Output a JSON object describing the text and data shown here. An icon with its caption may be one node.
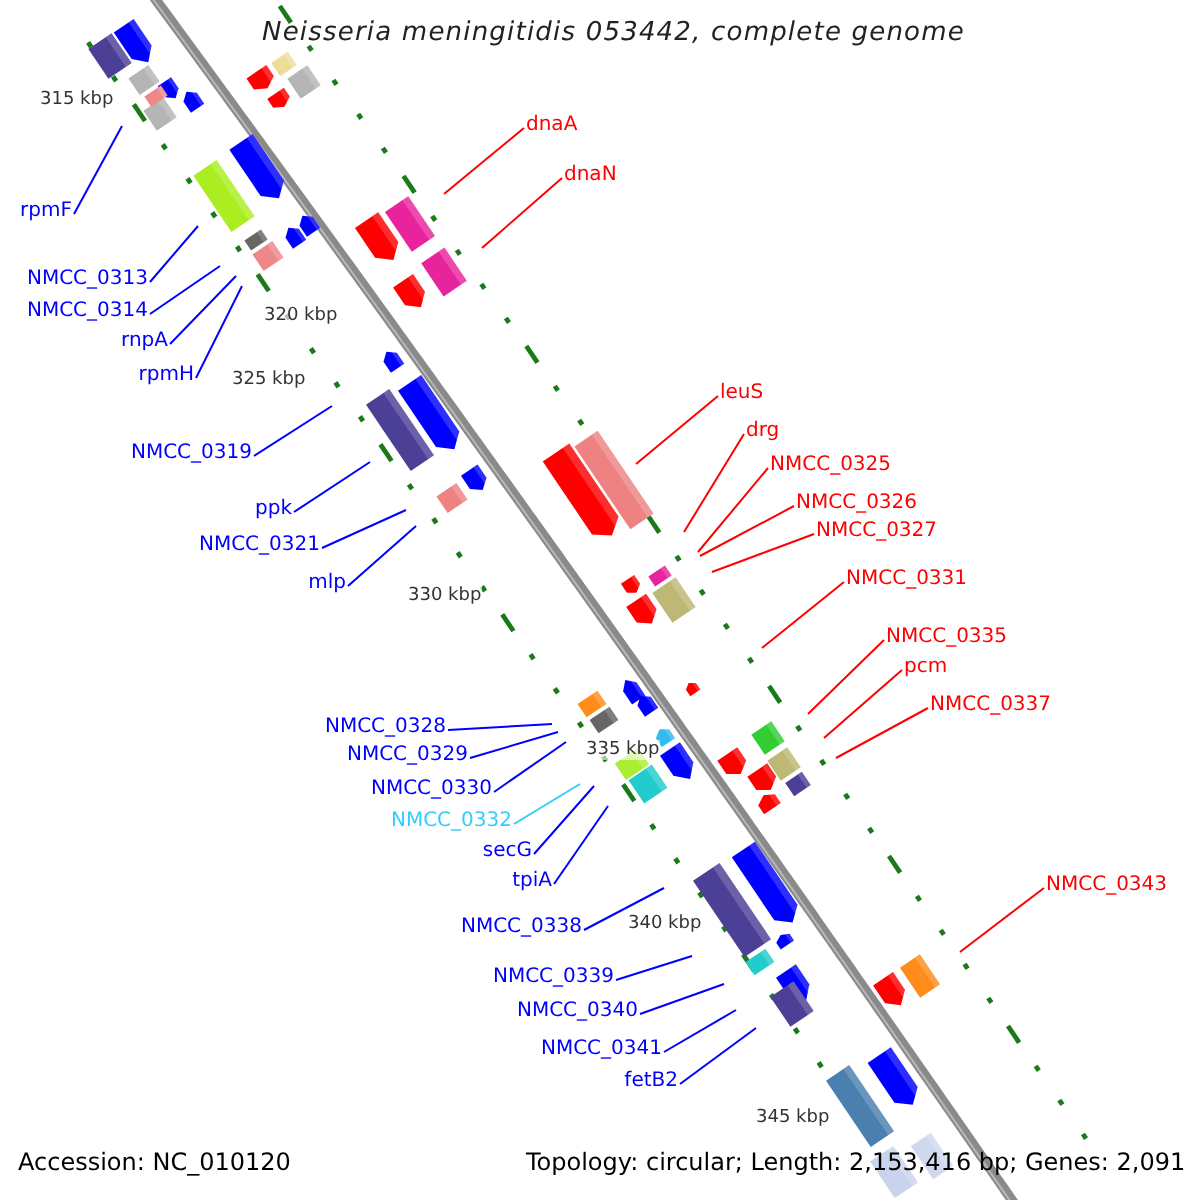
{
  "diagram": {
    "title": "Neisseria meningitidis 053442, complete genome",
    "nodes": [
      {
        "text": [
          "dnaA"
        ]
      },
      {
        "text": [
          "dnaN"
        ]
      },
      {
        "text": [
          "rpmF"
        ]
      },
      {
        "text": [
          "NMCC_0313"
        ]
      },
      {
        "text": [
          "NMCC_0314"
        ]
      },
      {
        "text": [
          "rnpA"
        ]
      },
      {
        "text": [
          "rpmH"
        ]
      },
      {
        "text": [
          "leuS"
        ]
      },
      {
        "text": [
          "drg"
        ]
      },
      {
        "text": [
          "NMCC_0319"
        ]
      },
      {
        "text": [
          "NMCC_0325"
        ]
      },
      {
        "text": [
          "NMCC_0326"
        ]
      },
      {
        "text": [
          "ppk"
        ]
      },
      {
        "text": [
          "NMCC_0327"
        ]
      },
      {
        "text": [
          "NMCC_0321"
        ]
      },
      {
        "text": [
          "NMCC_0331"
        ]
      },
      {
        "text": [
          "mlp"
        ]
      },
      {
        "text": [
          "NMCC_0335"
        ]
      },
      {
        "text": [
          "pcm"
        ]
      },
      {
        "text": [
          "NMCC_0337"
        ]
      },
      {
        "text": [
          "NMCC_0328"
        ]
      },
      {
        "text": [
          "NMCC_0329"
        ]
      },
      {
        "text": [
          "NMCC_0330"
        ]
      },
      {
        "text": [
          "NMCC_0332"
        ]
      },
      {
        "text": [
          "secG"
        ]
      },
      {
        "text": [
          "tpiA"
        ]
      },
      {
        "text": [
          "NMCC_0343"
        ]
      },
      {
        "text": [
          "NMCC_0338"
        ]
      },
      {
        "text": [
          "NMCC_0339"
        ]
      },
      {
        "text": [
          "NMCC_0340"
        ]
      },
      {
        "text": [
          "NMCC_0341"
        ]
      },
      {
        "text": [
          "fetB2"
        ]
      }
    ],
    "edges": [
      {
        "from": 0,
        "to": null,
        "arrow": "none",
        "color": "#ff0000"
      },
      {
        "from": 1,
        "to": null,
        "arrow": "none",
        "color": "#ff0000"
      },
      {
        "from": 2,
        "to": null,
        "arrow": "none"
      },
      {
        "from": 3,
        "to": null,
        "arrow": "none"
      },
      {
        "from": 4,
        "to": null,
        "arrow": "none"
      },
      {
        "from": 5,
        "to": null,
        "arrow": "none"
      },
      {
        "from": 6,
        "to": null,
        "arrow": "none"
      },
      {
        "from": 7,
        "to": null,
        "arrow": "none",
        "color": "#ff0000"
      },
      {
        "from": 8,
        "to": null,
        "arrow": "none",
        "color": "#ff0000"
      },
      {
        "from": 9,
        "to": null,
        "arrow": "none"
      },
      {
        "from": 10,
        "to": null,
        "arrow": "none",
        "color": "#ff0000"
      },
      {
        "from": 11,
        "to": null,
        "arrow": "none",
        "color": "#ff0000"
      },
      {
        "from": 12,
        "to": null,
        "arrow": "none"
      },
      {
        "from": 13,
        "to": null,
        "arrow": "none",
        "color": "#ff0000"
      },
      {
        "from": 14,
        "to": null,
        "arrow": "none"
      },
      {
        "from": 15,
        "to": null,
        "arrow": "none",
        "color": "#ff0000"
      },
      {
        "from": 16,
        "to": null,
        "arrow": "none"
      },
      {
        "from": 17,
        "to": null,
        "arrow": "none",
        "color": "#ff0000"
      },
      {
        "from": 18,
        "to": null,
        "arrow": "none",
        "color": "#ff0000"
      },
      {
        "from": 19,
        "to": null,
        "arrow": "none",
        "color": "#ff0000"
      },
      {
        "from": 20,
        "to": null,
        "arrow": "none"
      },
      {
        "from": 21,
        "to": null,
        "arrow": "none"
      },
      {
        "from": 22,
        "to": null,
        "arrow": "none"
      },
      {
        "from": 23,
        "to": null,
        "arrow": "none",
        "color": "#33ccff"
      },
      {
        "from": 24,
        "to": null,
        "arrow": "none"
      },
      {
        "from": 25,
        "to": null,
        "arrow": "none"
      },
      {
        "from": 26,
        "to": null,
        "arrow": "none",
        "color": "#ff0000"
      },
      {
        "from": 27,
        "to": null,
        "arrow": "none"
      },
      {
        "from": 28,
        "to": null,
        "arrow": "none"
      },
      {
        "from": 29,
        "to": null,
        "arrow": "none"
      },
      {
        "from": 30,
        "to": null,
        "arrow": "none"
      },
      {
        "from": 31,
        "to": null,
        "arrow": "none"
      }
    ],
    "labels": [
      "315 kbp",
      "320 kbp",
      "325 kbp",
      "330 kbp",
      "335 kbp",
      "340 kbp",
      "345 kbp",
      "Accession: NC_010120",
      "Topology: circular; Length: 2,153,416 bp; Genes: 2,091"
    ]
  }
}
